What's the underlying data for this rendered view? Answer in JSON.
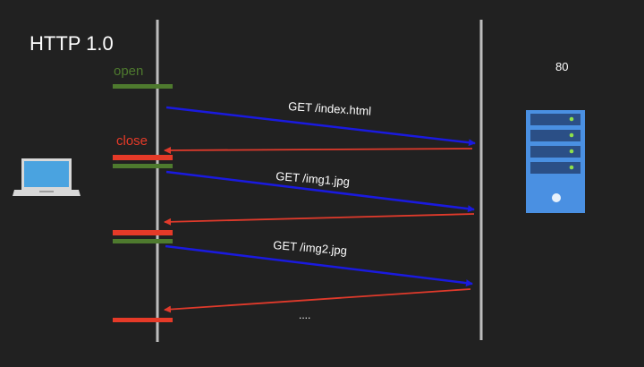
{
  "title": "HTTP 1.0",
  "port_label": "80",
  "open_label": "open",
  "close_label": "close",
  "ellipsis": "....",
  "requests": [
    {
      "label": "GET /index.html"
    },
    {
      "label": "GET /img1.jpg"
    },
    {
      "label": "GET /img2.jpg"
    }
  ],
  "colors": {
    "background": "#212121",
    "timeline": "#bdbdbd",
    "request_arrow": "#1a1adf",
    "response_arrow": "#e03a2b",
    "open_marker": "#4e7a2e",
    "close_marker": "#e53a28",
    "text": "#ffffff",
    "server": "#4a90e2",
    "server_led": "#8ee04a"
  },
  "icons": {
    "client": "laptop-icon",
    "server": "server-icon"
  }
}
